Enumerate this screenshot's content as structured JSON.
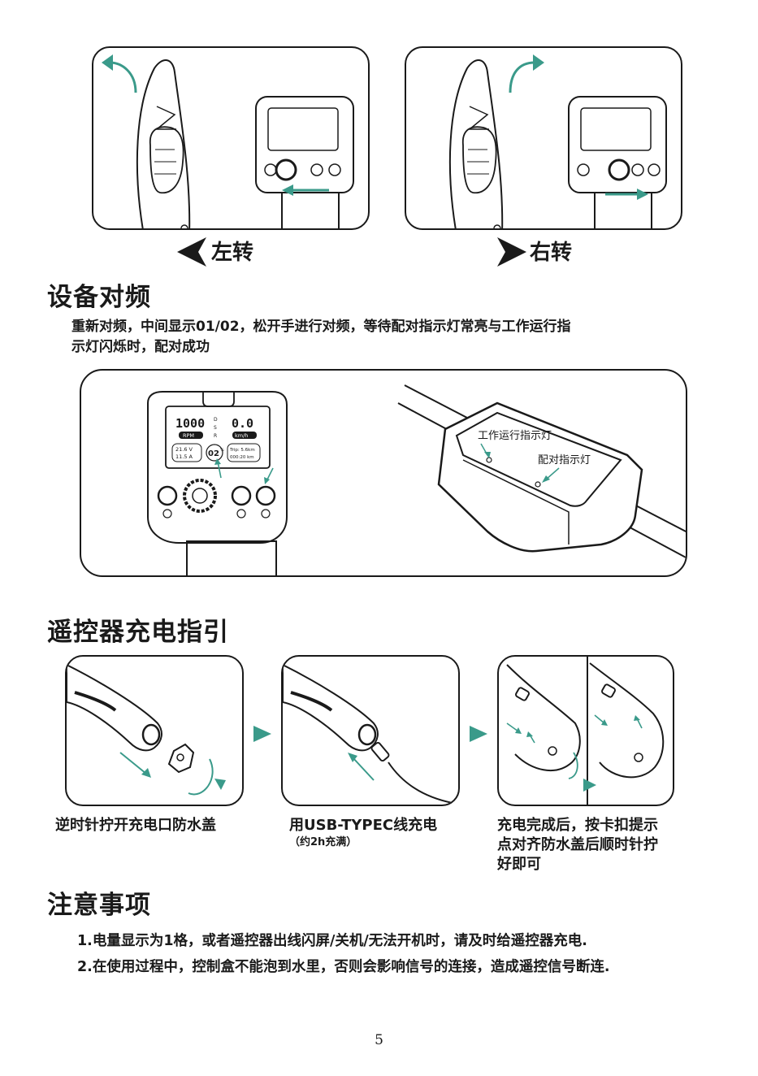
{
  "turn": {
    "left_label": "左转",
    "right_label": "右转"
  },
  "pairing": {
    "heading": "设备对频",
    "body_line1": "重新对频，中间显示01/02，松开手进行对频，等待配对指示灯常亮与工作运行指",
    "body_line2": "示灯闪烁时，配对成功",
    "display": {
      "rpm_value": "1000",
      "rpm_unit": "RPM",
      "gear_d": "D",
      "gear_s": "S",
      "gear_r": "R",
      "speed_value": "0.0",
      "speed_unit": "km/h",
      "voltage": "21.6 V",
      "current": "11.5 A",
      "pair_value": "02",
      "pair_unit": "%",
      "trip_label": "Trip: 5.6km",
      "trip_time": "000:20 km"
    },
    "callout_work_light": "工作运行指示灯",
    "callout_pair_light": "配对指示灯"
  },
  "charging": {
    "heading": "遥控器充电指引",
    "step1": "逆时针拧开充电口防水盖",
    "step2": "用USB-TYPEC线充电",
    "step2_sub": "（约2h充满）",
    "step3_line1": "充电完成后，按卡扣提示",
    "step3_line2": "点对齐防水盖后顺时针拧",
    "step3_line3": "好即可"
  },
  "notes": {
    "heading": "注意事项",
    "item1": "1.电量显示为1格，或者遥控器出线闪屏/关机/无法开机时，请及时给遥控器充电.",
    "item2": "2.在使用过程中，控制盒不能泡到水里，否则会影响信号的连接，造成遥控信号断连."
  },
  "page_number": "5",
  "colors": {
    "accent_teal": "#3a9a8a",
    "ink": "#1a1a1a"
  }
}
